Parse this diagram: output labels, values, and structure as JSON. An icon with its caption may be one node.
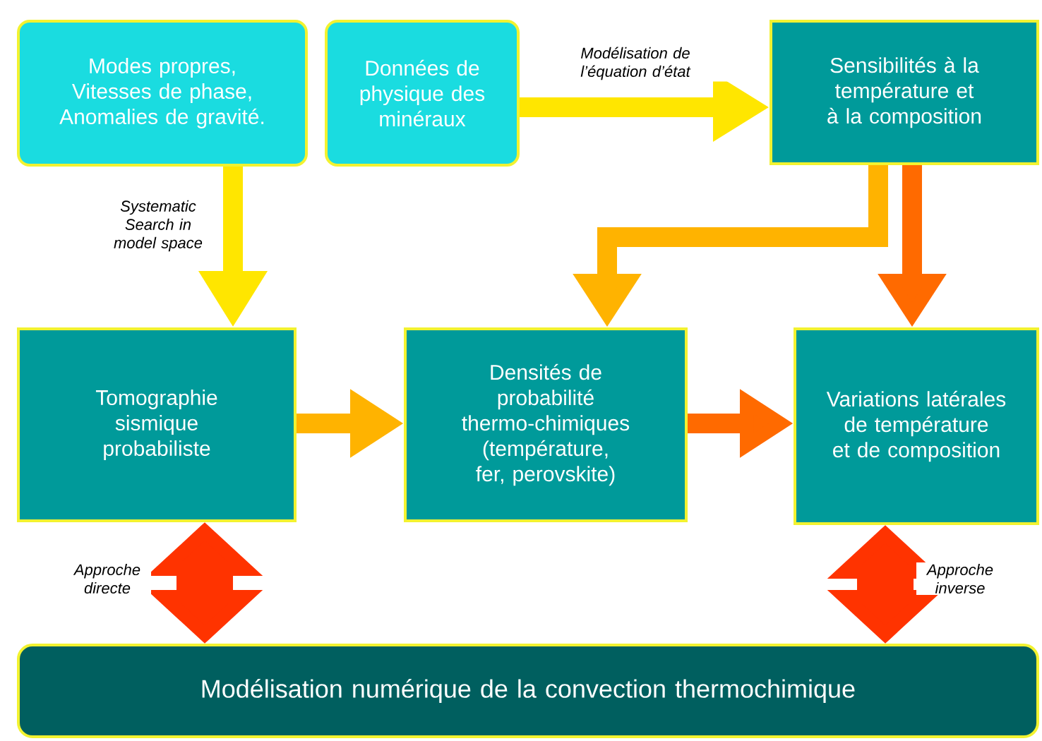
{
  "diagram": {
    "nodes": [
      {
        "text": [
          "Modes propres, Vitesses de phase, Anomalies de gravité."
        ]
      },
      {
        "text": [
          "Données de physique des minéraux"
        ]
      },
      {
        "text": [
          "Sensibilités à la température et à la composition"
        ]
      },
      {
        "text": [
          "Tomographie sismique probabiliste"
        ]
      },
      {
        "text": [
          "Densités de probabilité thermo-chimiques (température, fer, perovskite)"
        ]
      },
      {
        "text": [
          "Variations latérales de température et de composition"
        ]
      },
      {
        "text": [
          "Modélisation numérique de la convection thermochimique"
        ]
      }
    ],
    "edges": [
      {
        "from": 0,
        "to": 3,
        "arrow": "to",
        "label": "Systematic Search in model space",
        "color": "#ffe600"
      },
      {
        "from": 1,
        "to": 2,
        "arrow": "to",
        "label": "Modélisation de l’équation d’état",
        "color": "#ffe600"
      },
      {
        "from": 2,
        "to": 4,
        "arrow": "to",
        "color": "#ffb300"
      },
      {
        "from": 2,
        "to": 5,
        "arrow": "to",
        "color": "#ff6a00"
      },
      {
        "from": 3,
        "to": 4,
        "arrow": "to",
        "color": "#ffb300"
      },
      {
        "from": 4,
        "to": 5,
        "arrow": "to",
        "color": "#ff6a00"
      },
      {
        "from": 3,
        "to": 6,
        "arrow": "both",
        "label": "Approche directe",
        "style": "thick",
        "color": "#ff3300"
      },
      {
        "from": 5,
        "to": 6,
        "arrow": "both",
        "label": "Approche inverse",
        "style": "thick",
        "color": "#ff3300"
      }
    ]
  }
}
